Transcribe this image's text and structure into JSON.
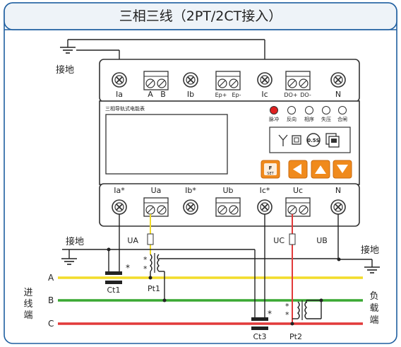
{
  "title": "三相三线（2PT/2CT接入）",
  "labels": {
    "ground_top": "接地",
    "ground_left": "接地",
    "ground_right": "接地",
    "ua_wire": "UA",
    "uc_wire": "UC",
    "ub_wire": "UB",
    "line_a": "A",
    "line_b": "B",
    "line_c": "C",
    "ct1": "Ct1",
    "ct3": "Ct3",
    "pt1": "Pt1",
    "pt2": "Pt2",
    "incoming": [
      "进",
      "线",
      "端"
    ],
    "load": [
      "负",
      "载",
      "端"
    ],
    "star": "*"
  },
  "meter": {
    "name": "三相导轨式电能表",
    "class_badge": "0.5S",
    "set_button": "SET",
    "set_button_letter": "F",
    "indicators": [
      "脉冲",
      "反向",
      "相序",
      "失压",
      "合闸"
    ],
    "top_terminals": {
      "ia": "Ia",
      "a": "A",
      "b": "B",
      "ib": "Ib",
      "ep_plus": "Ep+",
      "ep_minus": "Ep-",
      "ic": "Ic",
      "do_plus": "DO+",
      "do_minus": "DO-",
      "n": "N"
    },
    "bottom_terminals": {
      "ia_star": "Ia*",
      "ua": "Ua",
      "ib_star": "Ib*",
      "ub": "Ub",
      "ic_star": "Ic*",
      "uc": "Uc",
      "n": "N"
    }
  },
  "colors": {
    "border_blue": "#1f5fa0",
    "phase_a": "#f2dc2a",
    "phase_b": "#3aa832",
    "phase_c": "#e23a3a",
    "button_orange": "#f08a1c",
    "indicator_red": "#e02020"
  }
}
